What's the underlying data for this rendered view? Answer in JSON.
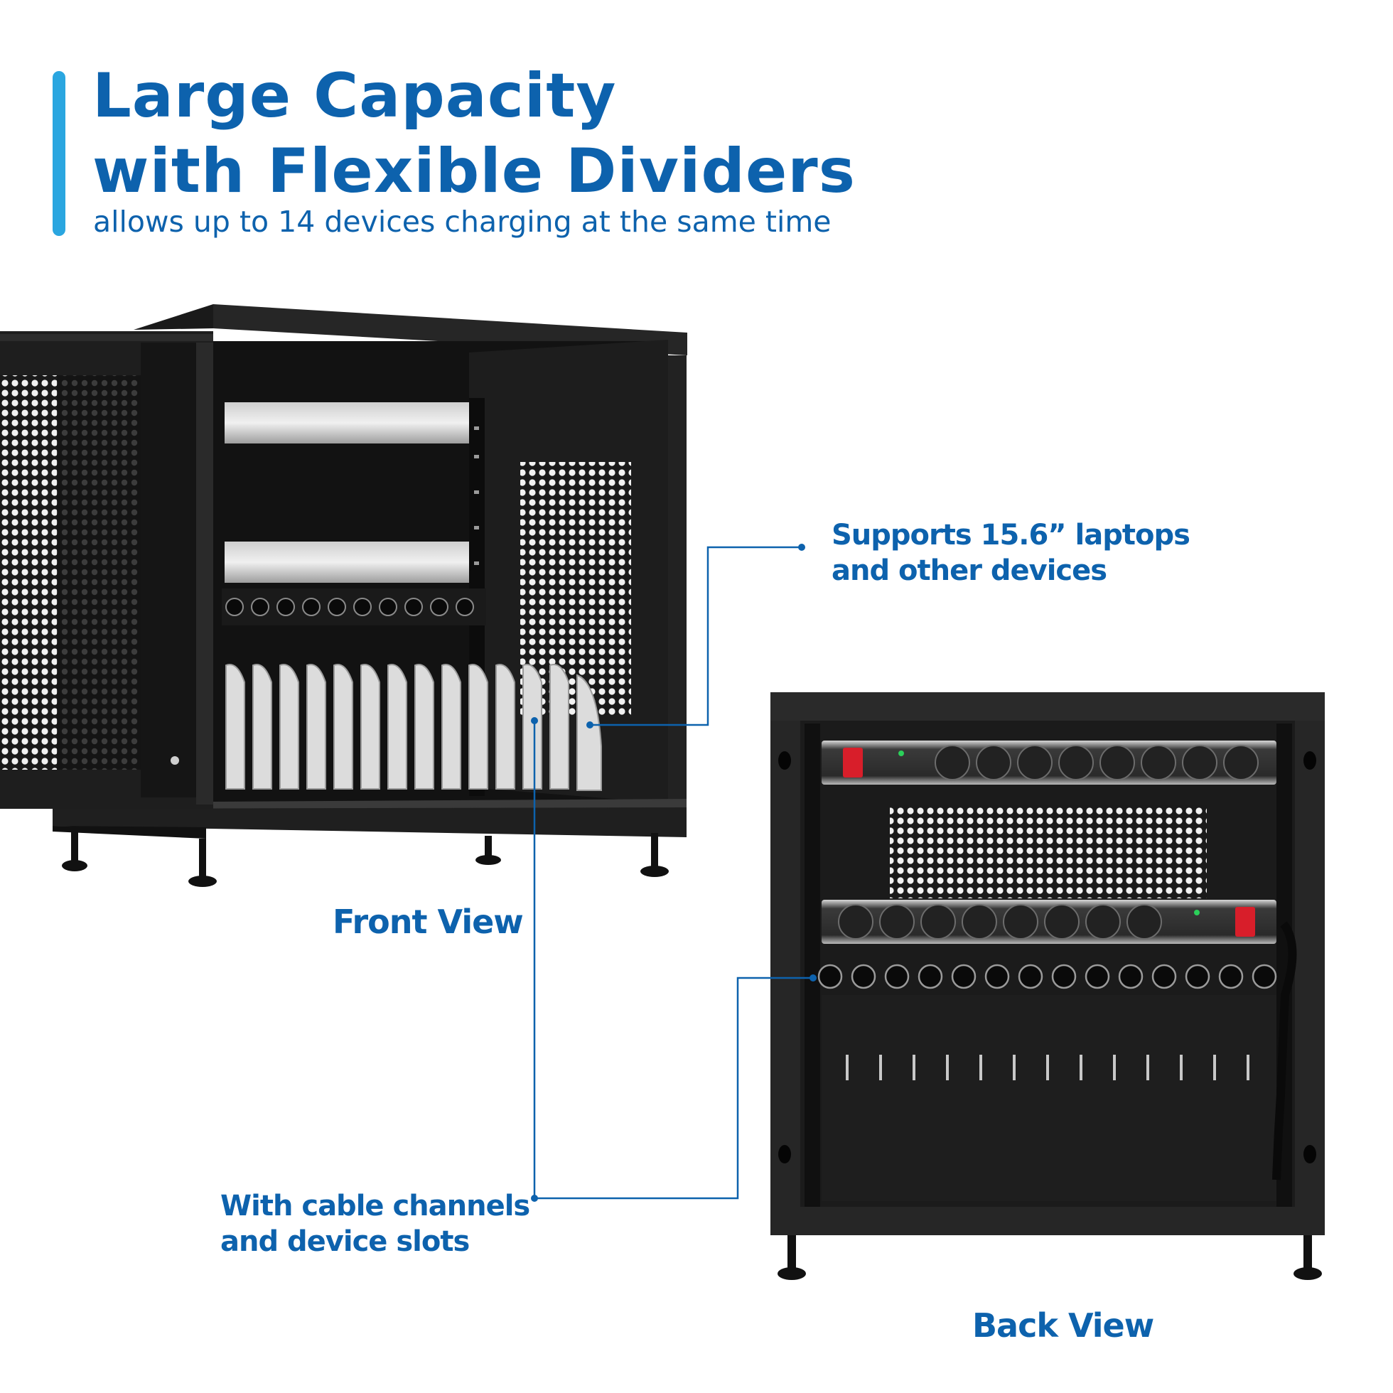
{
  "header": {
    "title_line1": "Large Capacity",
    "title_line2": "with Flexible Dividers",
    "subtitle": "allows up to 14 devices charging at the same time"
  },
  "callouts": {
    "laptops": {
      "line1": "Supports 15.6” laptops",
      "line2": "and other devices"
    },
    "cable": {
      "line1": "With cable channels",
      "line2": "and device slots"
    }
  },
  "views": {
    "front_label": "Front View",
    "back_label": "Back View"
  },
  "colors": {
    "brand_blue": "#0d62ad",
    "accent_blue": "#2aa6e0",
    "cabinet_black": "#1c1c1c",
    "power_switch_red": "#d81e2a"
  },
  "product": {
    "device_dividers": 14,
    "power_strips": 2,
    "outlets_per_strip": 8,
    "cable_grommets_back": 14,
    "cable_grommets_front": 10
  }
}
